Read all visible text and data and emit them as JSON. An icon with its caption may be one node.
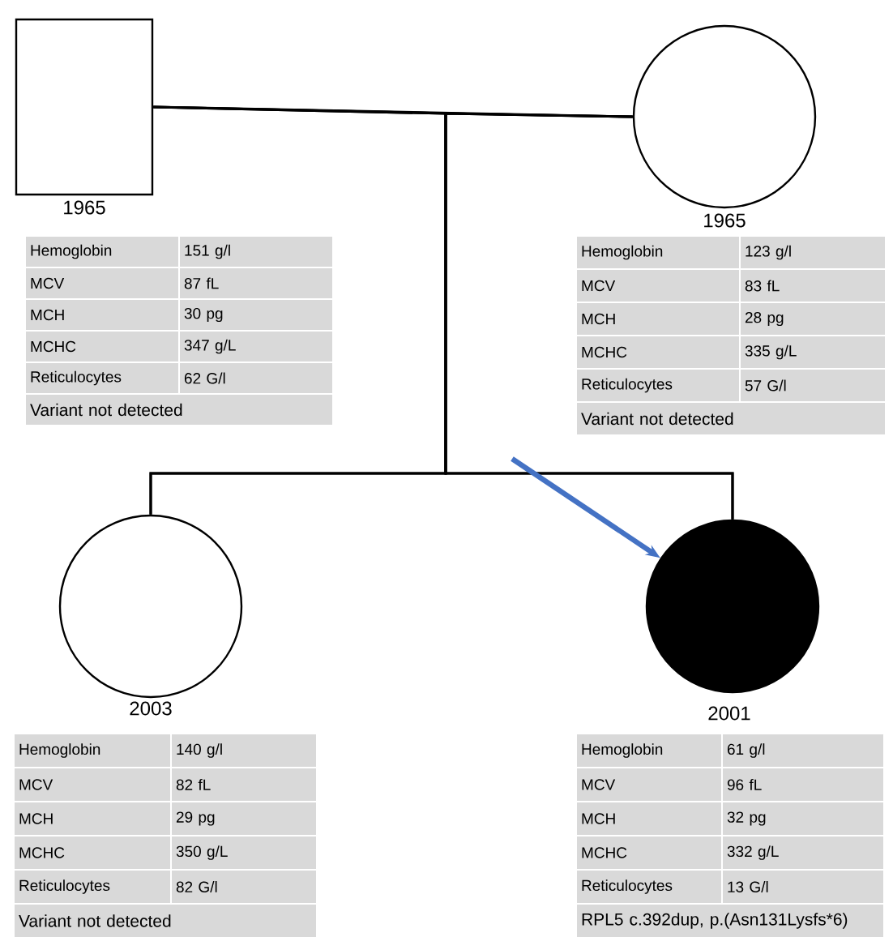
{
  "diagram": {
    "nodes": [
      {
        "text": [],
        "shape": "box",
        "beside": [
          "1965"
        ]
      },
      {
        "text": [],
        "shape": "circle",
        "beside": [
          "1965"
        ]
      },
      {
        "text": [],
        "shape": "circle",
        "beside": [
          "2003"
        ]
      },
      {
        "text": [],
        "shape": "circle",
        "beside": [
          "2001"
        ]
      }
    ],
    "edges": [
      {
        "from": 0,
        "to": 1,
        "arrow": "none"
      },
      {
        "from": 0,
        "to": 2,
        "arrow": "none"
      },
      {
        "from": 1,
        "to": 2,
        "arrow": "none"
      },
      {
        "from": 0,
        "to": 3,
        "arrow": "none"
      },
      {
        "from": 1,
        "to": 3,
        "arrow": "none"
      },
      {
        "from": null,
        "to": 3,
        "arrow": "to",
        "color": "#4472c4",
        "style": "thick"
      }
    ],
    "labels": [
      "Hemoglobin",
      "151 g/l",
      "MCV",
      "87 fL",
      "MCH",
      "30 pg",
      "MCHC",
      "347 g/L",
      "Reticulocytes",
      "62 G/l",
      "Variant not detected",
      "Hemoglobin",
      "123 g/l",
      "MCV",
      "83 fL",
      "MCH",
      "28 pg",
      "MCHC",
      "335 g/L",
      "Reticulocytes",
      "57 G/l",
      "Variant not detected",
      "Hemoglobin",
      "140 g/l",
      "MCV",
      "82 fL",
      "MCH",
      "29 pg",
      "MCHC",
      "350 g/L",
      "Reticulocytes",
      "82 G/l",
      "Variant not detected",
      "Hemoglobin",
      "61 g/l",
      "MCV",
      "96 fL",
      "MCH",
      "32 pg",
      "MCHC",
      "332 g/L",
      "Reticulocytes",
      "13 G/l",
      "RPL5 c.392dup, p.(Asn131Lysfs*6)"
    ]
  }
}
